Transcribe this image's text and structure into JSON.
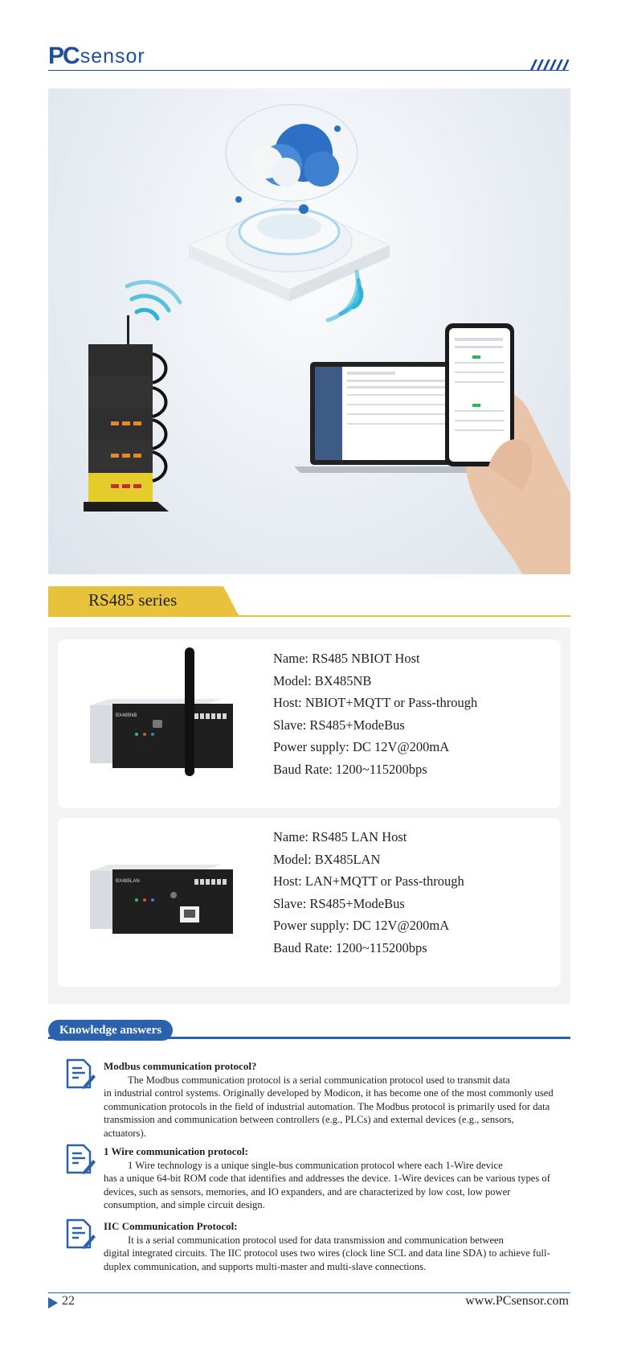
{
  "header": {
    "logo_pc": "PC",
    "logo_sensor": "sensor"
  },
  "section": {
    "title": "RS485 series"
  },
  "products": [
    {
      "lines": [
        "Name: RS485 NBIOT Host",
        "Model: BX485NB",
        "Host: NBIOT+MQTT or Pass-through",
        "Slave: RS485+ModeBus",
        "Power supply: DC 12V@200mA",
        "Baud Rate: 1200~115200bps"
      ],
      "device_label": "BX485NB"
    },
    {
      "lines": [
        "Name: RS485 LAN Host",
        "Model: BX485LAN",
        "Host: LAN+MQTT or Pass-through",
        "Slave: RS485+ModeBus",
        "Power supply: DC 12V@200mA",
        "Baud Rate: 1200~115200bps"
      ],
      "device_label": "BX485LAN"
    }
  ],
  "knowledge": {
    "title": "Knowledge answers",
    "items": [
      {
        "question": "Modbus communication protocol?",
        "first_line": "The Modbus communication protocol is a serial communication protocol used to transmit data",
        "rest": "in industrial control systems. Originally developed by Modicon, it has become one of the most commonly used communication protocols in the field of industrial automation. The Modbus protocol is primarily used for data transmission and communication between controllers (e.g., PLCs) and external devices (e.g., sensors, actuators)."
      },
      {
        "question": "1 Wire communication protocol:",
        "first_line": "1 Wire technology is a unique single-bus communication protocol where each 1-Wire device",
        "rest": "has a unique 64-bit ROM code that identifies and addresses the device. 1-Wire devices can be various types of devices, such as sensors, memories, and IO expanders, and are characterized by low cost, low power consumption, and simple circuit design."
      },
      {
        "question": "IIC Communication Protocol:",
        "first_line": "It is a serial communication protocol used for data transmission and communication between",
        "rest": "digital integrated circuits. The IIC protocol uses two wires (clock line SCL and data line SDA) to achieve full-duplex communication, and supports multi-master and multi-slave connections."
      }
    ]
  },
  "footer": {
    "page": "22",
    "url": "www.PCsensor.com"
  },
  "colors": {
    "brand_blue": "#2b62ad",
    "section_yellow": "#e8c23a"
  }
}
